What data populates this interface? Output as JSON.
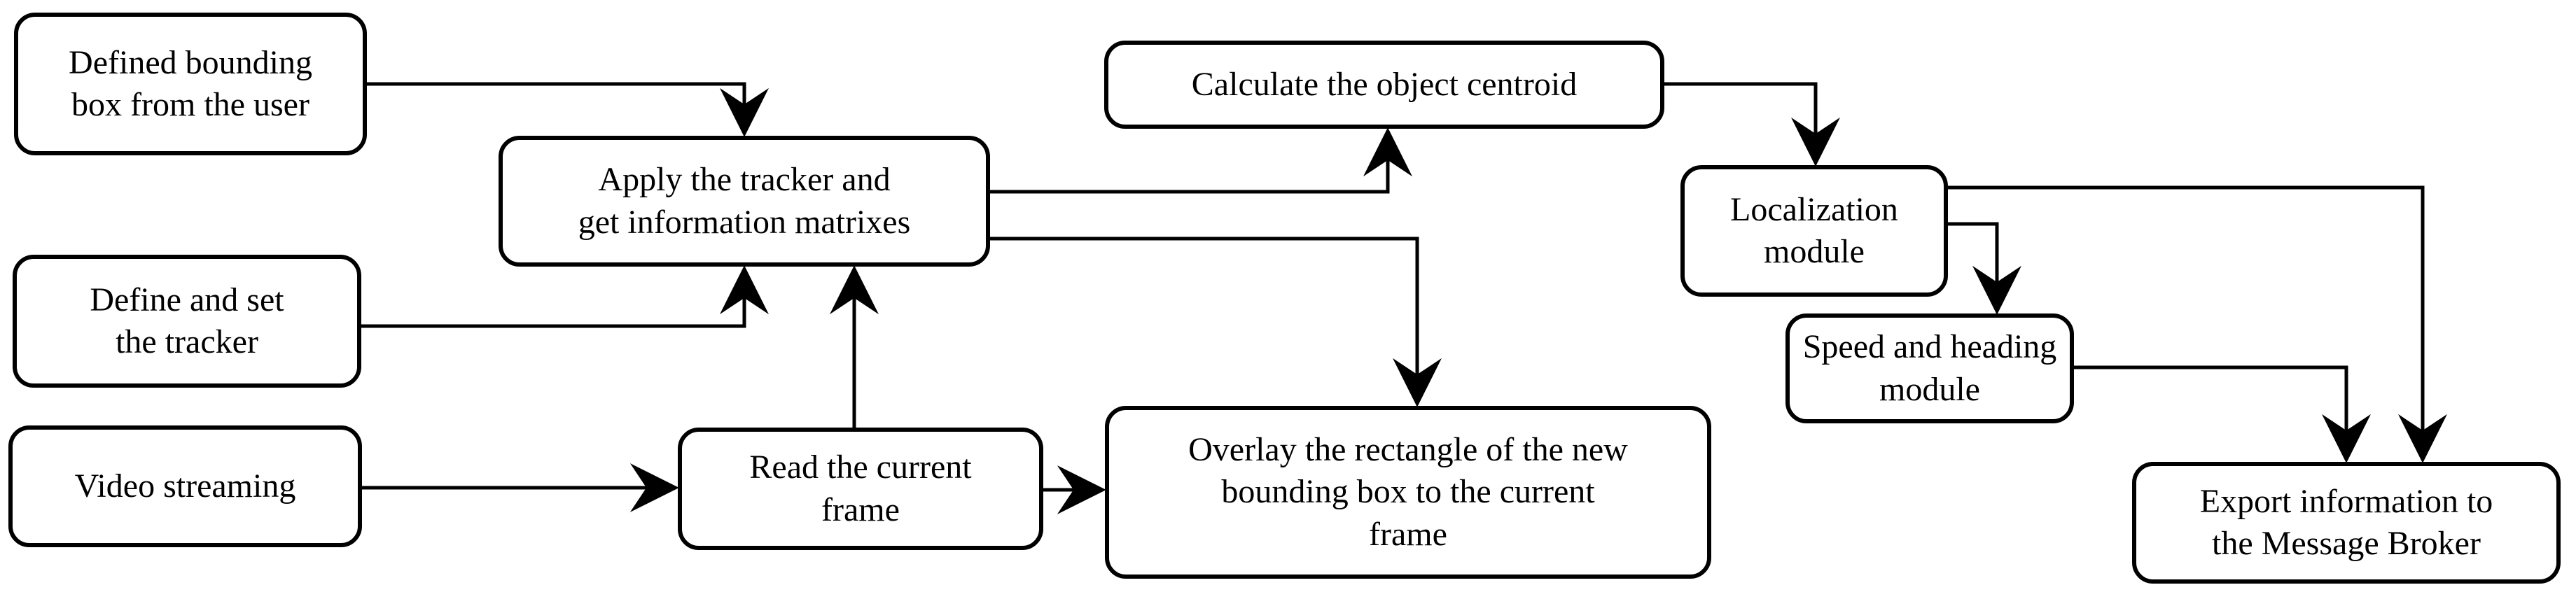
{
  "colors": {
    "line": "#000000",
    "box_background": "#ffffff",
    "text": "#000000"
  },
  "nodes": [
    {
      "id": "defined-bounding-box",
      "label": "Defined bounding\nbox from the user"
    },
    {
      "id": "define-tracker",
      "label": "Define and set\nthe tracker"
    },
    {
      "id": "video-streaming",
      "label": "Video streaming"
    },
    {
      "id": "apply-tracker",
      "label": "Apply the tracker and\nget information matrixes"
    },
    {
      "id": "read-frame",
      "label": "Read the current\nframe"
    },
    {
      "id": "calculate-centroid",
      "label": "Calculate the object centroid"
    },
    {
      "id": "overlay-rectangle",
      "label": "Overlay the rectangle of the new\nbounding box to the current\nframe"
    },
    {
      "id": "localization",
      "label": "Localization\nmodule"
    },
    {
      "id": "speed-heading",
      "label": "Speed and heading\nmodule"
    },
    {
      "id": "export-broker",
      "label": "Export information to\nthe Message Broker"
    }
  ],
  "edges": [
    {
      "from": "defined-bounding-box",
      "to": "apply-tracker"
    },
    {
      "from": "define-tracker",
      "to": "apply-tracker"
    },
    {
      "from": "video-streaming",
      "to": "read-frame"
    },
    {
      "from": "read-frame",
      "to": "apply-tracker"
    },
    {
      "from": "read-frame",
      "to": "overlay-rectangle"
    },
    {
      "from": "apply-tracker",
      "to": "calculate-centroid"
    },
    {
      "from": "apply-tracker",
      "to": "overlay-rectangle"
    },
    {
      "from": "calculate-centroid",
      "to": "localization"
    },
    {
      "from": "localization",
      "to": "speed-heading"
    },
    {
      "from": "localization",
      "to": "export-broker"
    },
    {
      "from": "speed-heading",
      "to": "export-broker"
    }
  ]
}
